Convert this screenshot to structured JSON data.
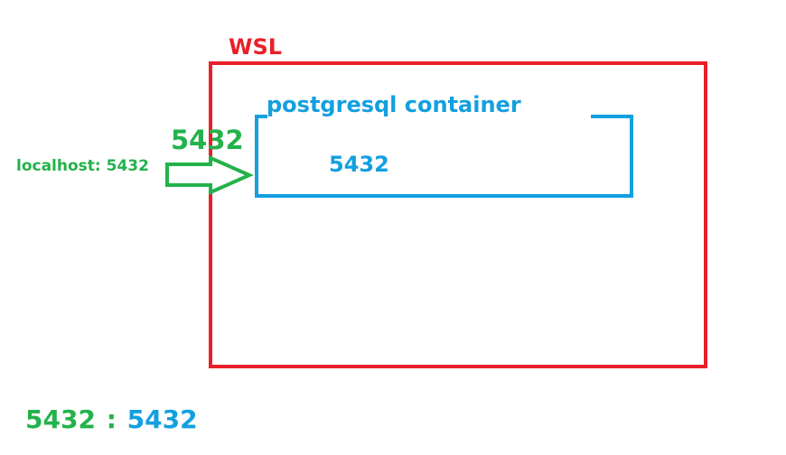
{
  "colors": {
    "wsl": "#e8202a",
    "container": "#139fe0",
    "host": "#23b24b"
  },
  "wsl": {
    "label": "WSL"
  },
  "container": {
    "label": "postgresql container",
    "port": "5432"
  },
  "host": {
    "port": "5432",
    "localhost_label": "localhost: 5432",
    "arrow_icon": "right-arrow-outline-icon"
  },
  "mapping": {
    "host_port": "5432",
    "separator": ":",
    "container_port": "5432"
  }
}
